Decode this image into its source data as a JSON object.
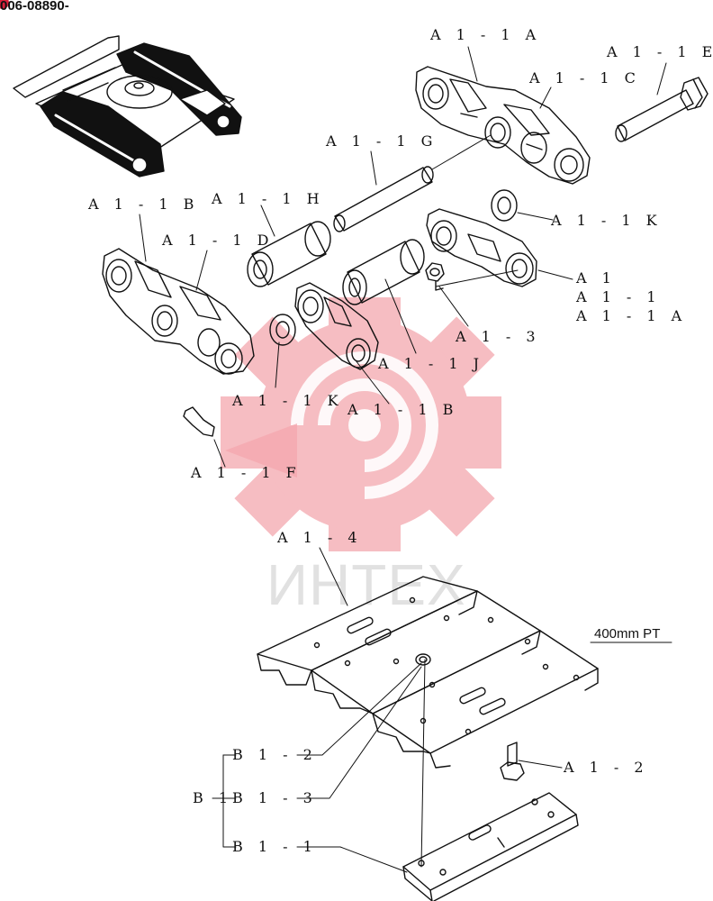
{
  "part_code": "006-08890-",
  "section_label": "400mm PT",
  "watermark_text": "ИНТЕХ",
  "colors": {
    "watermark": "#f4a7ae",
    "line": "#111111",
    "corner_badge": "#d8203a"
  },
  "labels": {
    "a1_1a_top": "A 1 - 1 A",
    "a1_1c": "A 1 - 1 C",
    "a1_1e": "A 1 - 1 E",
    "a1_1g": "A 1 - 1 G",
    "a1_1h": "A 1 - 1 H",
    "a1_1b_left": "A 1 - 1 B",
    "a1_1d": "A 1 - 1 D",
    "a1_1k_right": "A 1 - 1 K",
    "a1": "A 1",
    "a1_1": "A 1 - 1",
    "a1_1a_right": "A 1 - 1 A",
    "a1_3": "A 1 - 3",
    "a1_1j": "A 1 - 1 J",
    "a1_1k_left": "A 1 - 1 K",
    "a1_1b_center": "A 1 - 1 B",
    "a1_1f": "A 1 - 1 F",
    "a1_4": "A 1 - 4",
    "b1_2": "B 1 - 2",
    "b1": "B 1",
    "b1_3": "B 1 - 3",
    "b1_1": "B 1 - 1",
    "a1_2": "A 1 - 2"
  }
}
